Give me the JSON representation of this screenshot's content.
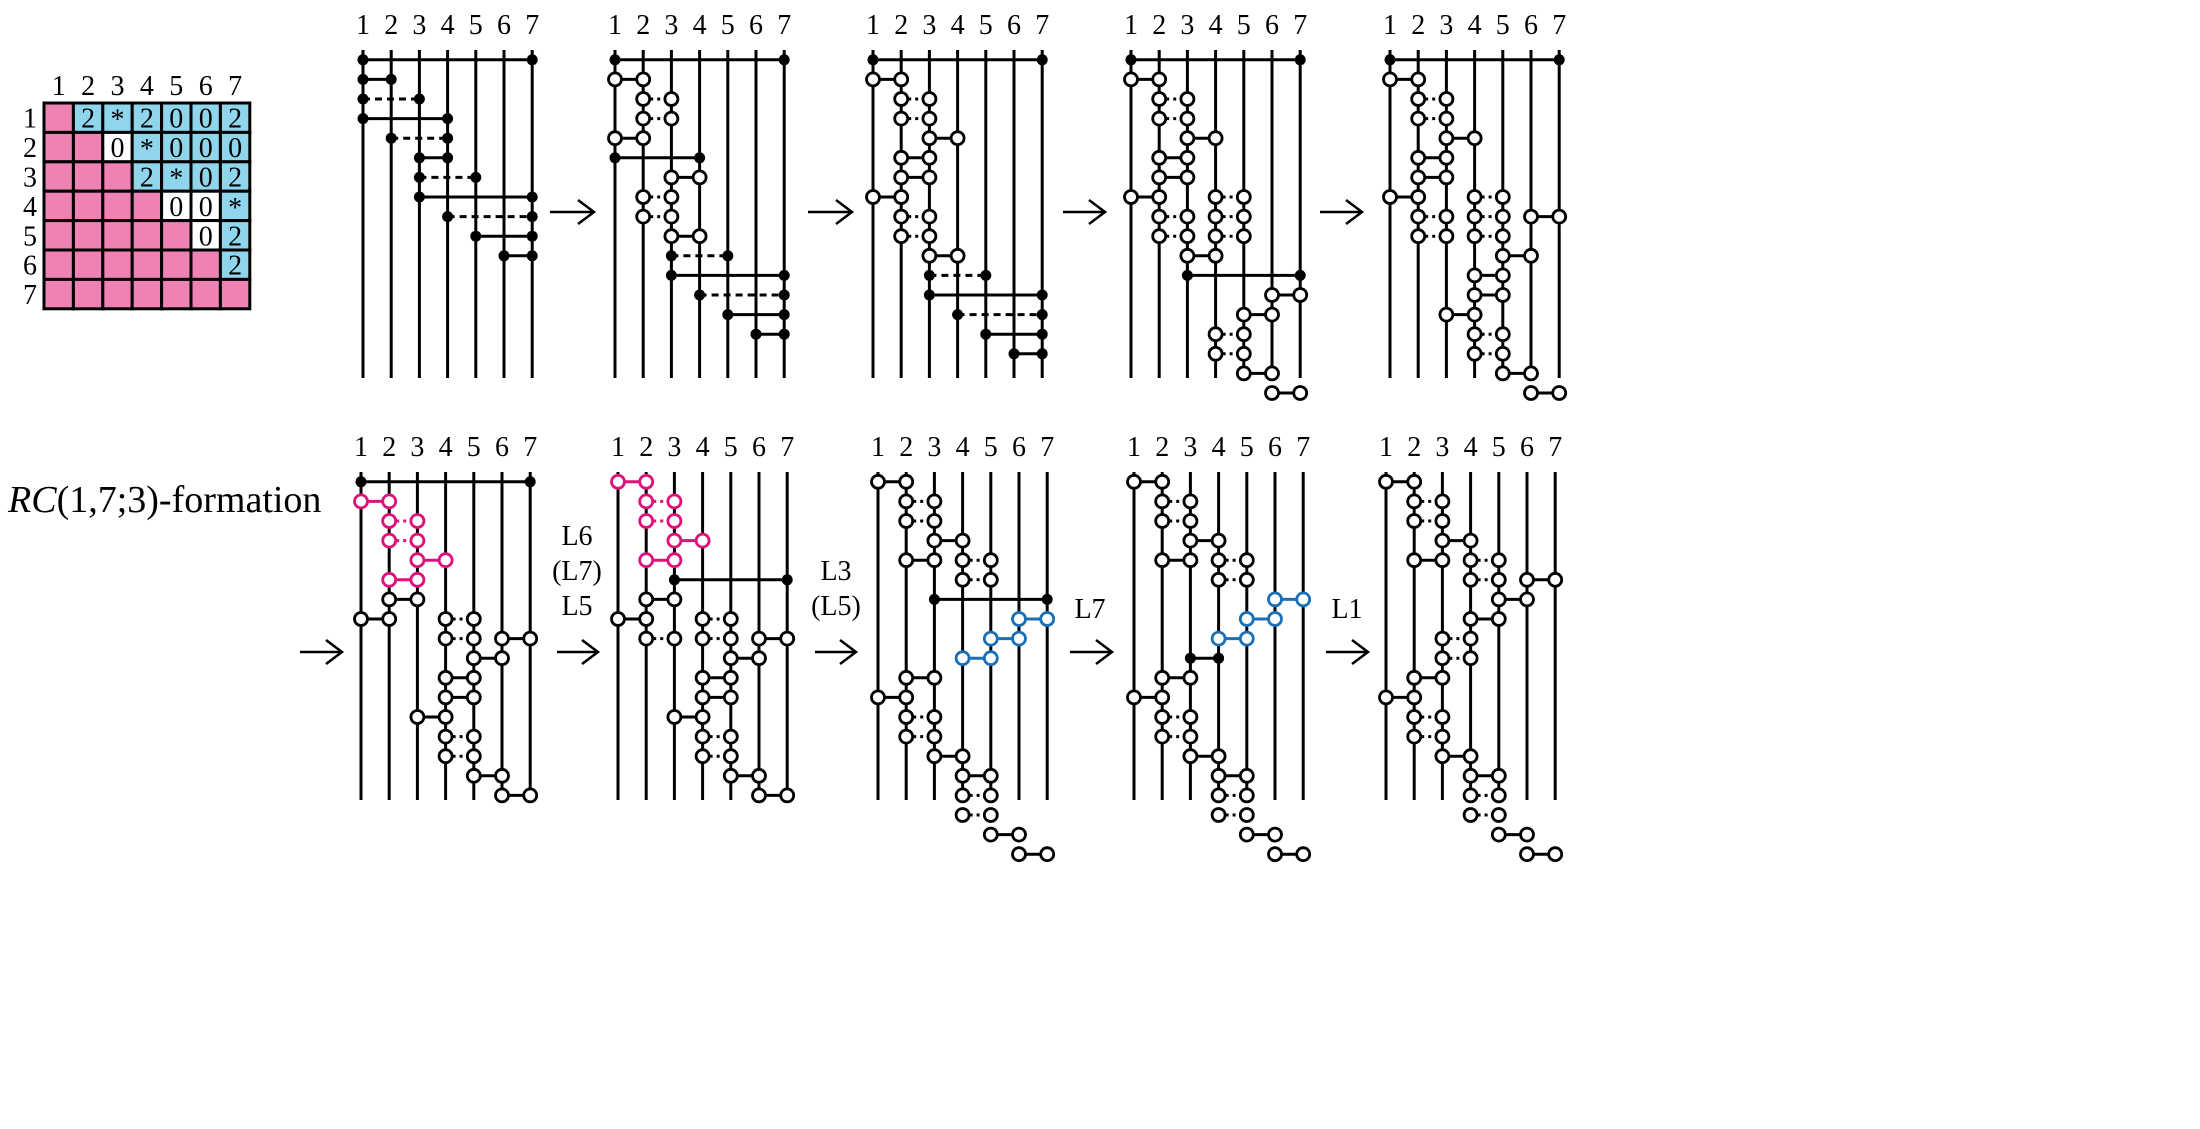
{
  "colors": {
    "pink": "#ee82b4",
    "blue": "#8fd5ec",
    "magenta_path": "#e0107a",
    "blue_path": "#1a6fb5",
    "black": "#000000"
  },
  "matrix": {
    "caption_prefix": "RC",
    "caption_suffix": "(1,7;3)-formation",
    "col_labels": [
      "1",
      "2",
      "3",
      "4",
      "5",
      "6",
      "7"
    ],
    "row_labels": [
      "1",
      "2",
      "3",
      "4",
      "5",
      "6",
      "7"
    ],
    "entries": [
      [
        "P",
        "B2",
        "B*",
        "B2",
        "B0",
        "B0",
        "B2"
      ],
      [
        "P",
        "P",
        "W0",
        "B*",
        "B0",
        "B0",
        "B0"
      ],
      [
        "P",
        "P",
        "P",
        "B2",
        "B*",
        "B0",
        "B2"
      ],
      [
        "P",
        "P",
        "P",
        "P",
        "W0",
        "W0",
        "B*"
      ],
      [
        "P",
        "P",
        "P",
        "P",
        "P",
        "W0",
        "B2"
      ],
      [
        "P",
        "P",
        "P",
        "P",
        "P",
        "P",
        "B2"
      ],
      [
        "P",
        "P",
        "P",
        "P",
        "P",
        "P",
        "P"
      ]
    ]
  },
  "ladders": {
    "top_labels": [
      "1",
      "2",
      "3",
      "4",
      "5",
      "6",
      "7"
    ],
    "arrow_labels": [
      "L6\n(L7)\nL5",
      "L3\n(L5)",
      "L7",
      "L1"
    ]
  }
}
